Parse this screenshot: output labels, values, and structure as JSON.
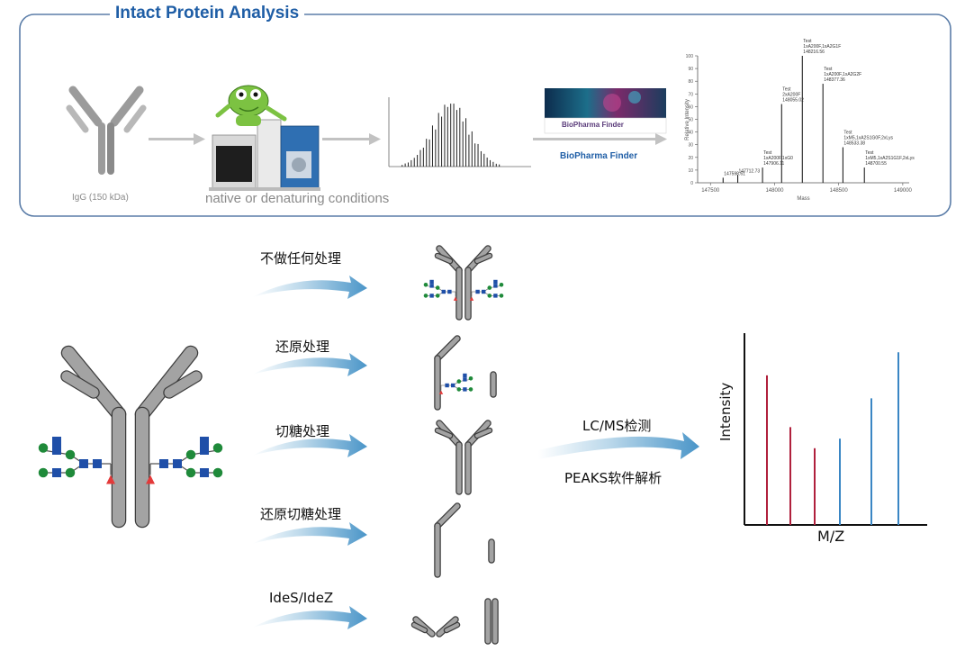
{
  "header": {
    "title": "Intact Protein Analysis"
  },
  "top_panel": {
    "igg_caption": "IgG (150 kDa)",
    "conditions_caption": "native or denaturing conditions",
    "software_label": "BioPharma Finder",
    "software_banner_text": "BioPharma Finder",
    "spectrum": {
      "ylabel": "Relative Intensity",
      "xlabel": "Mass",
      "y_ticks": [
        "100",
        "90",
        "80",
        "70",
        "60",
        "50",
        "40",
        "30",
        "20",
        "10",
        "0"
      ],
      "x_ticks": [
        "147500",
        "148000",
        "148500",
        "149000"
      ],
      "peaks": [
        {
          "mass": 147598.61,
          "rel": 4,
          "label": [
            "147598.61"
          ]
        },
        {
          "mass": 147712.73,
          "rel": 6,
          "label": [
            "147712.73"
          ]
        },
        {
          "mass": 147906.11,
          "rel": 12,
          "label": [
            "Test",
            "1xA200F,1xG0",
            "147906.11"
          ]
        },
        {
          "mass": 148055.02,
          "rel": 62,
          "label": [
            "Test",
            "2xA200F",
            "148055.02"
          ]
        },
        {
          "mass": 148216.56,
          "rel": 100,
          "label": [
            "Test",
            "1xA200F,1xA2G1F",
            "148216.56"
          ]
        },
        {
          "mass": 148377.36,
          "rel": 78,
          "label": [
            "Test",
            "1xA200F,1xA2G2F",
            "148377.36"
          ]
        },
        {
          "mass": 148533.38,
          "rel": 28,
          "label": [
            "Test",
            "1xM5,1xA2S1G0F,2xLys",
            "148533.38"
          ]
        },
        {
          "mass": 148700.55,
          "rel": 12,
          "label": [
            "Test",
            "1xM5,1xA2S1G1F,2xLys",
            "148700.55"
          ]
        }
      ]
    }
  },
  "treatments": [
    {
      "label": "不做任何处理"
    },
    {
      "label": "还原处理"
    },
    {
      "label": "切糖处理"
    },
    {
      "label": "还原切糖处理"
    },
    {
      "label": "IdeS/IdeZ"
    }
  ],
  "analysis": {
    "line1": "LC/MS检测",
    "line2": "PEAKS软件解析"
  },
  "result_chart": {
    "ylabel": "Intensity",
    "xlabel": "M/Z",
    "colors": {
      "red": "#b0203c",
      "blue": "#3a86c4"
    },
    "peaks": [
      {
        "series": "red",
        "rel": 0.78
      },
      {
        "series": "red",
        "rel": 0.51
      },
      {
        "series": "red",
        "rel": 0.4
      },
      {
        "series": "blue",
        "rel": 0.45
      },
      {
        "series": "blue",
        "rel": 0.66
      },
      {
        "series": "blue",
        "rel": 0.9
      }
    ]
  },
  "colors": {
    "antibody_fill": "#a3a3a3",
    "antibody_stroke": "#3c3c3c",
    "glycan_square": "#1f4fa8",
    "glycan_circle": "#1f8a3a",
    "glycan_fucose": "#e33a3a",
    "arrow_from": "#ffffff",
    "arrow_to": "#4a95c8",
    "header_blue": "#1f5ea6"
  }
}
